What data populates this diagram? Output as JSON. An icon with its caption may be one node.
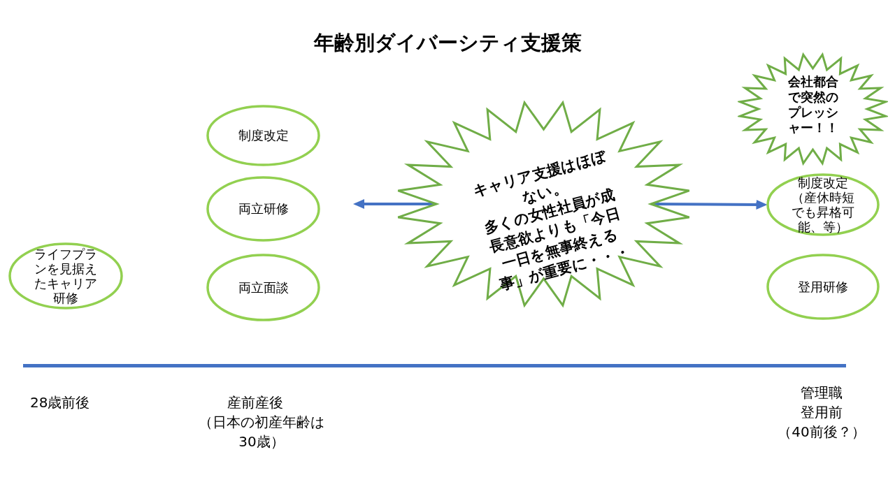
{
  "diagram": {
    "title": "年齢別ダイバーシティ支援策",
    "nodes": [
      {
        "text": [
          "ライフプランを見据えたキャリア研修"
        ]
      },
      {
        "text": [
          "制度改定"
        ]
      },
      {
        "text": [
          "両立研修"
        ]
      },
      {
        "text": [
          "両立面談"
        ]
      },
      {
        "text": [
          "キャリア支援はほぼない。",
          "多くの女性社員が成長意欲よりも「今日一日を無事終える事」が重要に・・・"
        ]
      },
      {
        "text": [
          "会社都合で突然のプレッシャー！！"
        ]
      },
      {
        "text": [
          "制度改定（産休時短でも昇格可能、等）"
        ]
      },
      {
        "text": [
          "登用研修"
        ]
      }
    ],
    "edges": [
      {
        "from": 4,
        "to": null,
        "arrow": "to"
      },
      {
        "from": 4,
        "to": 6,
        "arrow": "to"
      }
    ],
    "labels": [
      "28歳前後",
      "産前産後",
      "（日本の初産年齢は30歳）",
      "管理職登用前",
      "（40前後？）"
    ]
  }
}
